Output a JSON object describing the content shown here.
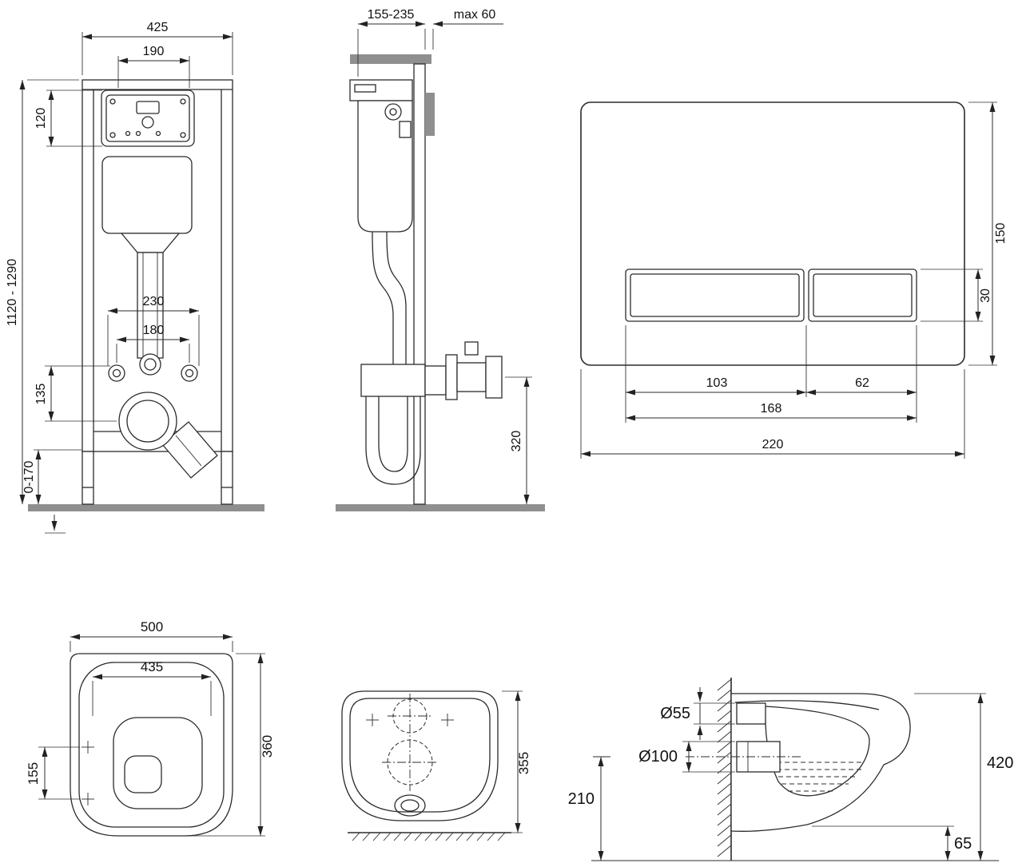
{
  "drawing": {
    "background": "#ffffff",
    "line_color": "#2b2b2b",
    "surface_color": "#8f8f8f"
  },
  "views": {
    "frame_front": {
      "dims": {
        "overall_width": "425",
        "window_width": "190",
        "window_height": "120",
        "frame_height": "1120 - 1290",
        "fixing_spacing_wide": "230",
        "fixing_spacing_narrow": "180",
        "connector_offset": "135",
        "foot_adjustment": "0-170"
      }
    },
    "frame_side": {
      "dims": {
        "frame_depth": "155-235",
        "max_finish": "max 60",
        "outlet_height": "320"
      }
    },
    "flush_plate": {
      "dims": {
        "plate_height": "150",
        "button_height": "30",
        "large_button_width": "103",
        "small_button_width": "62",
        "buttons_width": "168",
        "plate_width": "220"
      }
    },
    "bowl_top": {
      "dims": {
        "length": "500",
        "inner_length": "435",
        "fixing_offset": "155",
        "width": "360"
      }
    },
    "bowl_rear": {
      "dims": {
        "height": "355"
      }
    },
    "bowl_side": {
      "dims": {
        "inlet_diameter": "Ø55",
        "outlet_diameter": "Ø100",
        "outlet_axis_height": "210",
        "mounting_height": "420",
        "floor_clearance": "65"
      }
    }
  }
}
